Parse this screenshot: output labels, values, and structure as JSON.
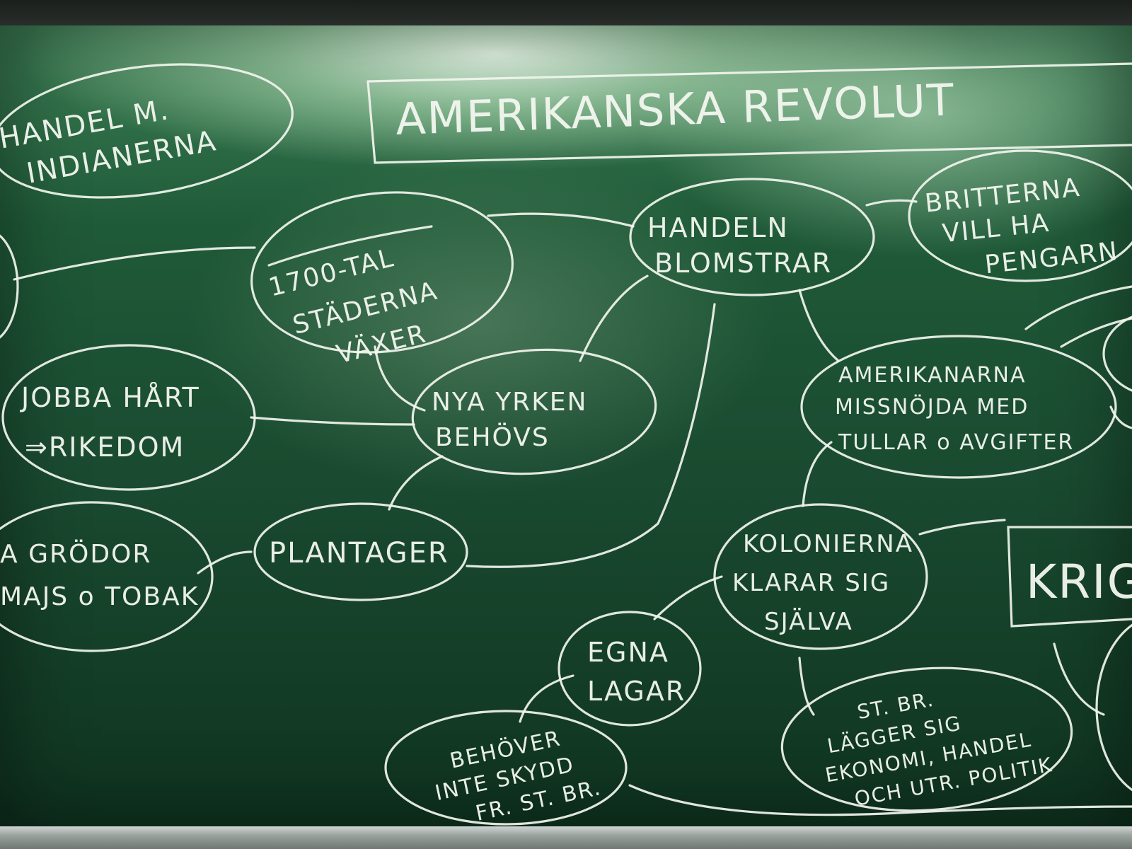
{
  "board": {
    "title": "AMERIKANSKA REVOLUT",
    "war": "KRIG"
  },
  "nodes": {
    "handel_indianerna": [
      "HANDEL M.",
      "INDIANERNA"
    ],
    "tal1700": [
      "1700-TAL",
      "STÄDERNA",
      "VÄXER"
    ],
    "handeln": [
      "HANDELN",
      "BLOMSTRAR"
    ],
    "britterna": [
      "BRITTERNA",
      "VILL HA",
      "PENGARN"
    ],
    "jobba": [
      "JOBBA HÅRT",
      "⇒RIKEDOM"
    ],
    "nya_yrken": [
      "NYA YRKEN",
      "BEHÖVS"
    ],
    "amerikanarna": [
      "AMERIKANARNA",
      "MISSNÖJDA MED",
      "TULLAR o AVGIFTER"
    ],
    "grodor": [
      "A GRÖDOR",
      "MAJS o TOBAK"
    ],
    "plantager": [
      "PLANTAGER"
    ],
    "kolonierna": [
      "KOLONIERNA",
      "KLARAR SIG",
      "SJÄLVA"
    ],
    "egna_lagar": [
      "EGNA",
      "LAGAR"
    ],
    "behover": [
      "BEHÖVER",
      "INTE SKYDD",
      "FR. ST. BR."
    ],
    "st_br": [
      "ST. BR.",
      "LÄGGER SIG",
      "EKONOMI, HANDEL",
      "OCH UTR. POLITIK"
    ]
  }
}
